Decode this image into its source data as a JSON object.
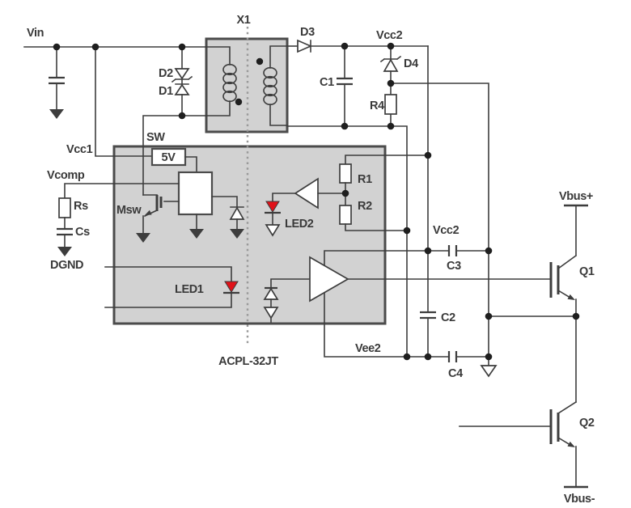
{
  "labels": {
    "input": {
      "vin": "Vin",
      "d2": "D2",
      "d1": "D1"
    },
    "transformer": {
      "x1": "X1"
    },
    "rectifier": {
      "d3": "D3",
      "vcc2": "Vcc2",
      "c1": "C1",
      "d4": "D4",
      "r4": "R4"
    },
    "ic": {
      "part": "ACPL-32JT",
      "sw": "SW",
      "vcc1": "Vcc1",
      "regulator": "5V",
      "vcomp": "Vcomp",
      "msw": "Msw",
      "rs": "Rs",
      "cs": "Cs",
      "dgnd": "DGND",
      "led1": "LED1",
      "led2": "LED2",
      "r1": "R1",
      "r2": "R2"
    },
    "secondary": {
      "vcc2": "Vcc2",
      "c3": "C3",
      "c2": "C2",
      "c4": "C4",
      "vee2": "Vee2"
    },
    "output": {
      "q1": "Q1",
      "q2": "Q2",
      "vbus_plus": "Vbus+",
      "vbus_minus": "Vbus-"
    }
  },
  "colors": {
    "wire": "#3d3d3d",
    "box_fill": "#d2d2d2",
    "box_border": "#4b4b4b",
    "component_fill": "#ffffff",
    "led_red": "#e01219",
    "dot": "#1f1f1f",
    "text": "#3a3a3a",
    "isolation_line": "#9a9a9a",
    "background": "#ffffff"
  }
}
